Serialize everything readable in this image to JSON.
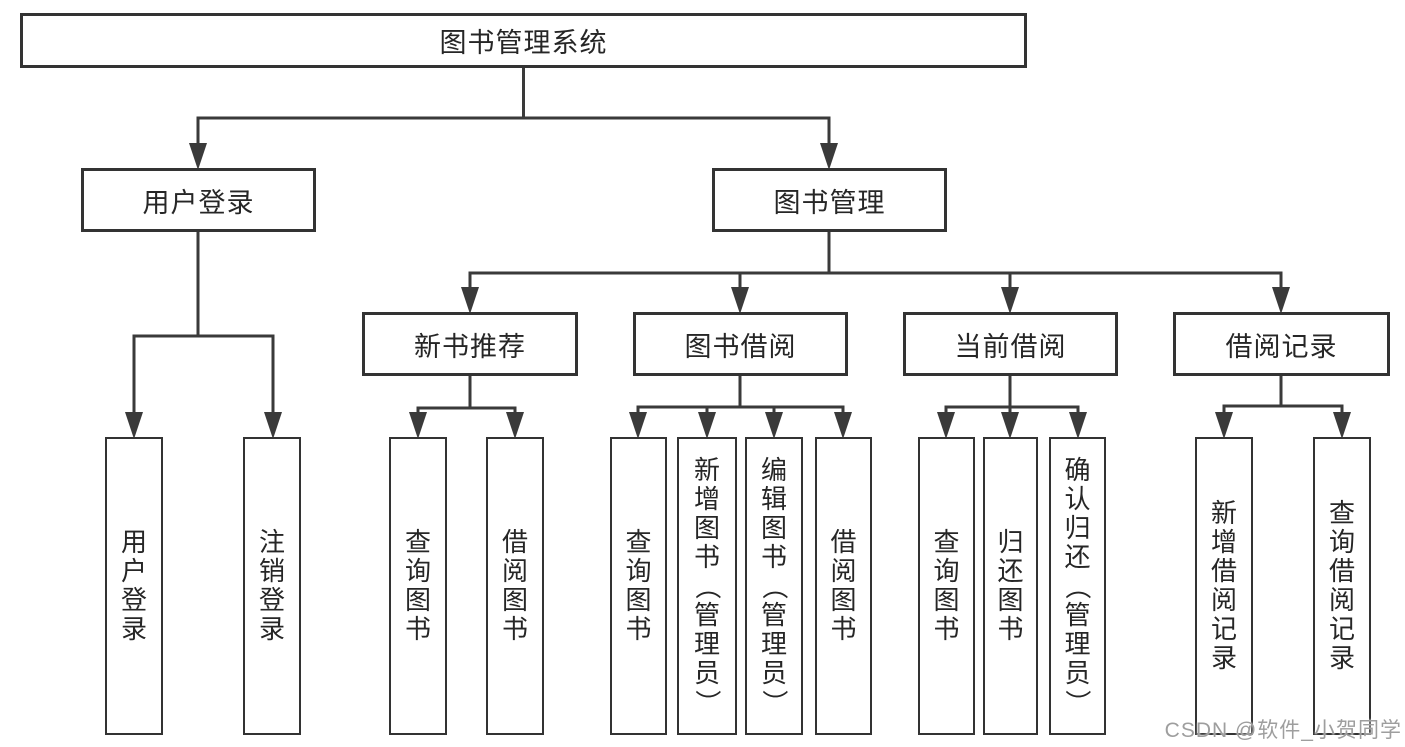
{
  "diagram": {
    "tree": {
      "label": "图书管理系统",
      "children": [
        {
          "label": "用户登录",
          "children": [
            {
              "label": "用户登录"
            },
            {
              "label": "注销登录"
            }
          ]
        },
        {
          "label": "图书管理",
          "children": [
            {
              "label": "新书推荐",
              "children": [
                {
                  "label": "查询图书"
                },
                {
                  "label": "借阅图书"
                }
              ]
            },
            {
              "label": "图书借阅",
              "children": [
                {
                  "label": "查询图书"
                },
                {
                  "label": "新增图书（管理员）"
                },
                {
                  "label": "编辑图书（管理员）"
                },
                {
                  "label": "借阅图书"
                }
              ]
            },
            {
              "label": "当前借阅",
              "children": [
                {
                  "label": "查询图书"
                },
                {
                  "label": "归还图书"
                },
                {
                  "label": "确认归还（管理员）"
                }
              ]
            },
            {
              "label": "借阅记录",
              "children": [
                {
                  "label": "新增借阅记录"
                },
                {
                  "label": "查询借阅记录"
                }
              ]
            }
          ]
        }
      ]
    },
    "colors": {
      "line": "#3a3a3a",
      "box_border": "#333333",
      "text": "#262626",
      "background": "#ffffff",
      "watermark": "#9e9e9e"
    }
  },
  "watermark": {
    "text": "CSDN @软件_小贺同学"
  }
}
